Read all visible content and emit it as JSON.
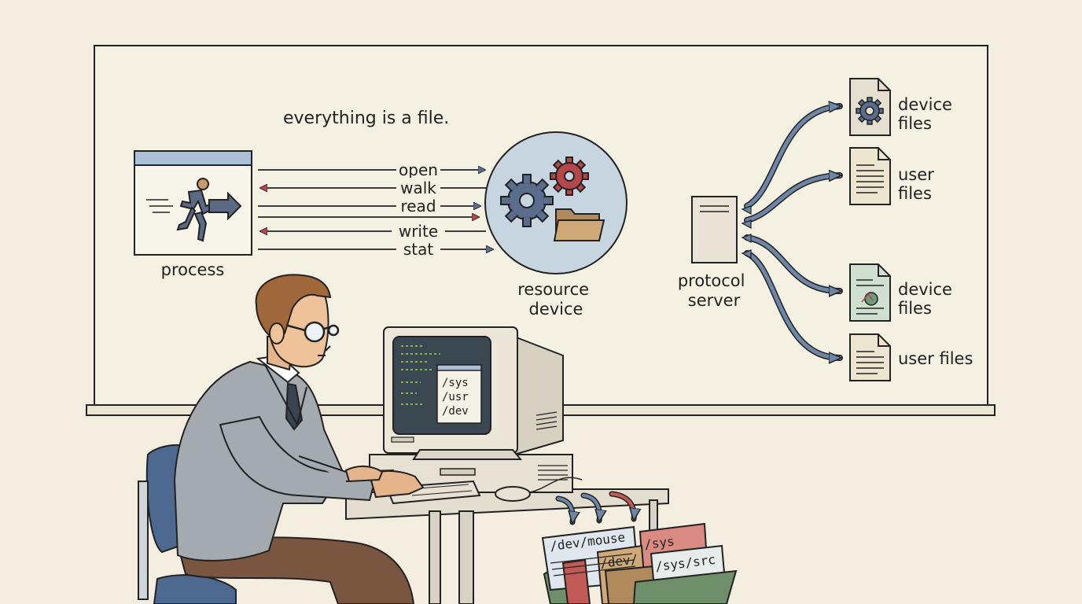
{
  "board": {
    "title": "everything is a file.",
    "process_label": "process",
    "resource_label_line1": "resource",
    "resource_label_line2": "device",
    "server_label_line1": "protocol",
    "server_label_line2": "server"
  },
  "operations": [
    {
      "label": "open",
      "direction": "to-resource",
      "color": "#5a6f93"
    },
    {
      "label": "walk",
      "direction": "to-process",
      "color": "#b5474a"
    },
    {
      "label": "read",
      "direction": "to-resource",
      "color": "#5a6f93"
    },
    {
      "label": "",
      "direction": "to-resource",
      "color": "#b5474a"
    },
    {
      "label": "write",
      "direction": "to-process",
      "color": "#b5474a"
    },
    {
      "label": "stat",
      "direction": "to-resource",
      "color": "#5a6f93"
    }
  ],
  "file_targets": [
    {
      "line1": "device",
      "line2": "files",
      "icon": "gear-document-icon"
    },
    {
      "line1": "user",
      "line2": "files",
      "icon": "text-document-icon"
    },
    {
      "line1": "device",
      "line2": "files",
      "icon": "chart-document-icon"
    },
    {
      "line1": "user files",
      "line2": "",
      "icon": "text-document-icon"
    }
  ],
  "terminal_paths": [
    "/sys",
    "/usr",
    "/dev"
  ],
  "folder_tabs": [
    "/dev/mouse",
    "/sys",
    "/dev/",
    "/sys/src"
  ],
  "colors": {
    "background": "#f3eedf",
    "board": "#f4f0e2",
    "arrow_blue": "#5a6f93",
    "arrow_red": "#b5474a",
    "resource_circle": "#c7d5e0",
    "sweater": "#a3aab0",
    "trousers": "#7a5540",
    "chair": "#4d6990"
  }
}
